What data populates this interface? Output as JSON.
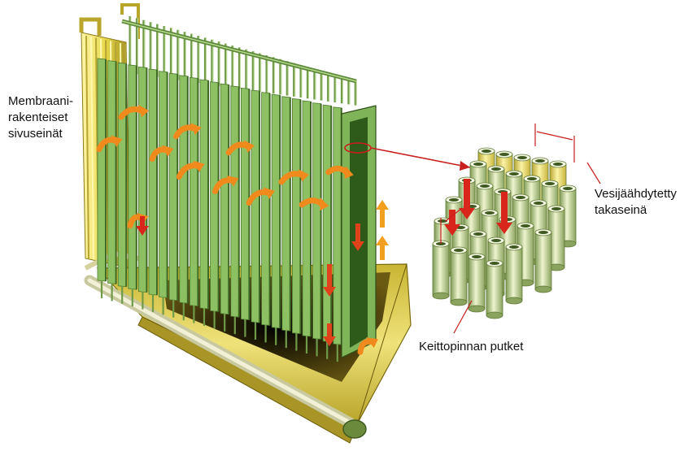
{
  "labels": {
    "side_walls": "Membraani-\nrakenteiset\nsivuseinät",
    "back_wall": "Vesijäähdytetty\ntakaseinä",
    "boiling_tubes": "Keittopinnan putket"
  },
  "colors": {
    "panel_green": "#8dc063",
    "panel_dark": "#3f6a25",
    "yellow": "#e8d84a",
    "arrow_orange": "#f08a1c",
    "arrow_red": "#d8261c",
    "tube_light": "#e6efc4",
    "pointer_red": "#c81e1e"
  },
  "icons": {
    "flow_arrow": "curved-flow-arrow-icon",
    "down_arrow": "down-arrow-icon"
  }
}
